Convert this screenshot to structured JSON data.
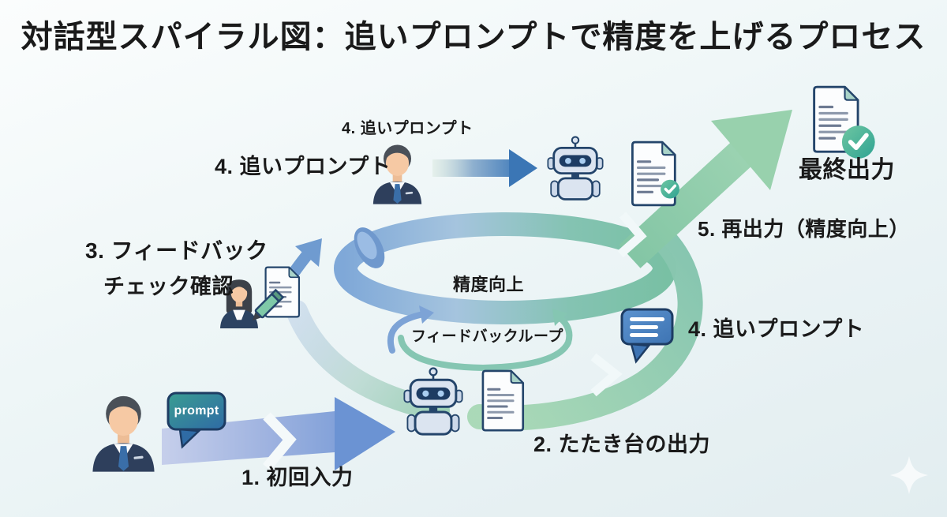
{
  "title": "対話型スパイラル図：追いプロンプトで精度を上げるプロセス",
  "labels": {
    "step1": "1. 初回入力",
    "step2": "2. たたき台の出力",
    "step3_line1": "3. フィードバック",
    "step3_line2": "チェック確認",
    "step4_left": "4. 追いプロンプト",
    "step4_arrow": "4. 追いプロンプト",
    "step4_right": "4. 追いプロンプト",
    "step5": "5. 再出力（精度向上）",
    "final_output": "最終出力",
    "spiral_center": "精度向上",
    "feedback_loop": "フィードバックループ",
    "prompt_bubble": "prompt"
  },
  "icons": {
    "person": "businessman-avatar",
    "woman": "businesswoman-avatar",
    "robot": "robot",
    "document": "document",
    "document_check": "document-with-check",
    "speech_bubble": "speech-bubble",
    "pencil": "pencil",
    "sparkle": "sparkle"
  },
  "colors": {
    "background_top": "#fbfdfd",
    "background_bottom": "#e2edf0",
    "text": "#1a1a1a",
    "navy_outline": "#24456b",
    "ring_blue": "#7fa8d8",
    "ring_green": "#79c0a4",
    "blue_arrow": "#6b93d3",
    "green_arrow": "#98d1ad",
    "check_green": "#2fa392",
    "bubble_blue": "#4b86c8",
    "prompt_teal": "#3a9d92"
  }
}
